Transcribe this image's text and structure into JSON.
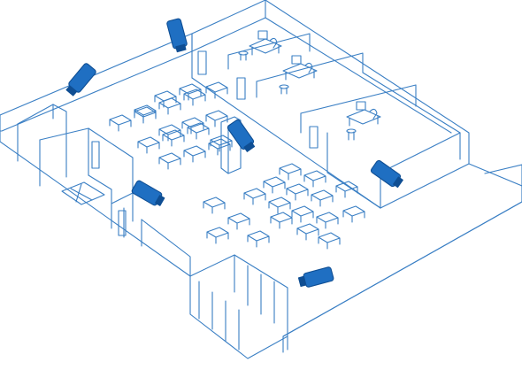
{
  "colors": {
    "line": "#3a7fc4",
    "camera": "#1f6fc2",
    "camera_dark": "#0f4e93",
    "background": "#ffffff"
  },
  "diagram": {
    "rooms": [
      "office-1",
      "office-2",
      "office-3",
      "open-workspace",
      "side-room",
      "entrance"
    ],
    "cameras": [
      "camera-top",
      "camera-left",
      "camera-center",
      "camera-right",
      "camera-mid-left",
      "camera-bottom"
    ]
  }
}
